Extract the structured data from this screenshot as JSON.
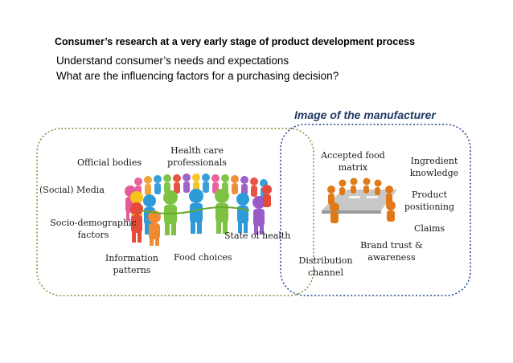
{
  "header": {
    "title": "Consumer’s research at a very early stage of product development process",
    "line1": "Understand consumer’s needs and expectations",
    "line2": "What are the influencing factors for a purchasing decision?"
  },
  "manufacturer": {
    "title": "Image of the manufacturer"
  },
  "left_labels": {
    "health_care_1": "Health care",
    "health_care_2": "professionals",
    "official_bodies": "Official bodies",
    "social_media": "(Social) Media",
    "socio_1": "Socio-demographic",
    "socio_2": "factors",
    "state_health": "State of  health",
    "info_1": "Information",
    "info_2": "patterns",
    "food_choices": "Food choices"
  },
  "right_labels": {
    "accepted_1": "Accepted food",
    "accepted_2": "matrix",
    "ingredient_1": "Ingredient",
    "ingredient_2": "knowledge",
    "product_1": "Product",
    "product_2": "positioning",
    "claims": "Claims",
    "brand_1": "Brand trust &",
    "brand_2": "awareness",
    "distribution_1": "Distribution",
    "distribution_2": "channel"
  },
  "colors": {
    "left_border": "#8a8a3a",
    "right_border": "#1f3f8c",
    "title_blue": "#1f3864"
  }
}
